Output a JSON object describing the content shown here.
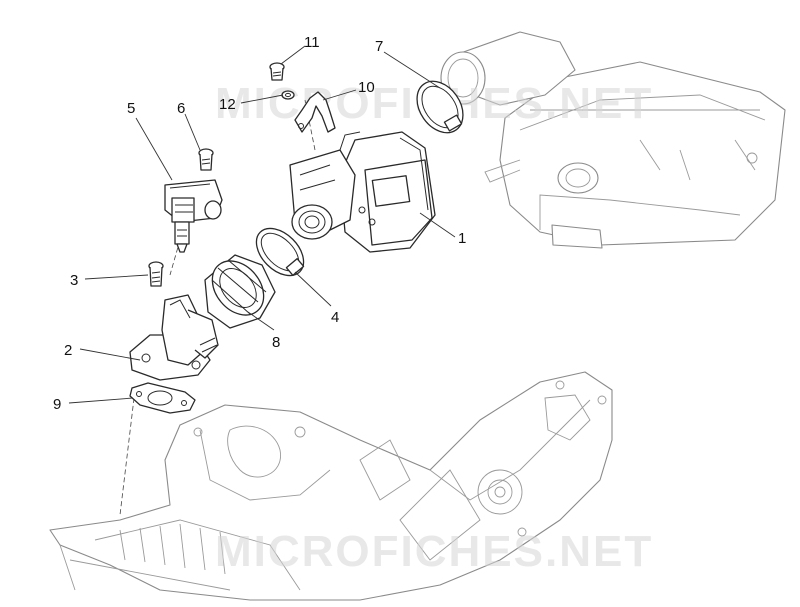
{
  "diagram": {
    "callouts": [
      "1",
      "2",
      "3",
      "4",
      "5",
      "6",
      "7",
      "8",
      "9",
      "10",
      "11",
      "12"
    ],
    "watermark": "MICROFICHES.NET"
  },
  "parts": [
    {
      "callout": "1",
      "icon": "throttle-body"
    },
    {
      "callout": "2",
      "icon": "intake-manifold"
    },
    {
      "callout": "3",
      "icon": "screw"
    },
    {
      "callout": "4",
      "icon": "hose-clamp"
    },
    {
      "callout": "5",
      "icon": "fuel-injector"
    },
    {
      "callout": "6",
      "icon": "screw"
    },
    {
      "callout": "7",
      "icon": "hose-clamp"
    },
    {
      "callout": "8",
      "icon": "intake-sleeve"
    },
    {
      "callout": "9",
      "icon": "gasket"
    },
    {
      "callout": "10",
      "icon": "bracket"
    },
    {
      "callout": "11",
      "icon": "screw"
    },
    {
      "callout": "12",
      "icon": "washer"
    }
  ]
}
